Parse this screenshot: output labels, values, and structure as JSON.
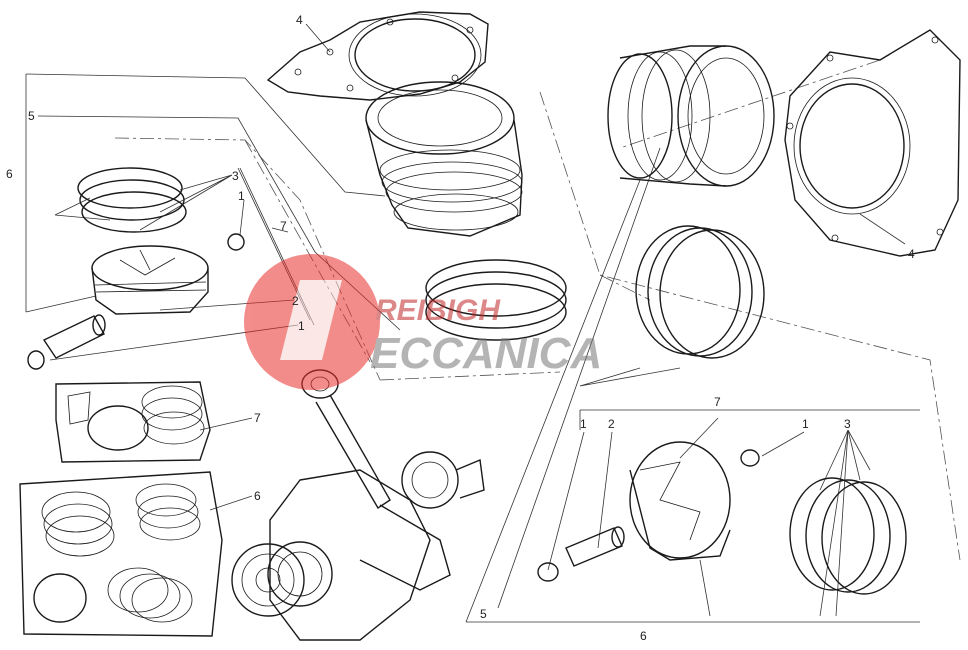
{
  "callouts": {
    "c1a": "1",
    "c1b": "1",
    "c1c": "1",
    "c2a": "2",
    "c2b": "2",
    "c3a": "3",
    "c3b": "3",
    "c4a": "4",
    "c4b": "4",
    "c5a": "5",
    "c5b": "5",
    "c6a": "6",
    "c6b": "6",
    "c6c": "6",
    "c7a": "7",
    "c7b": "7",
    "c7c": "7"
  },
  "watermark": {
    "line1": "REIBIGH",
    "line2": "ECCANICA",
    "color": "#e8302c"
  }
}
